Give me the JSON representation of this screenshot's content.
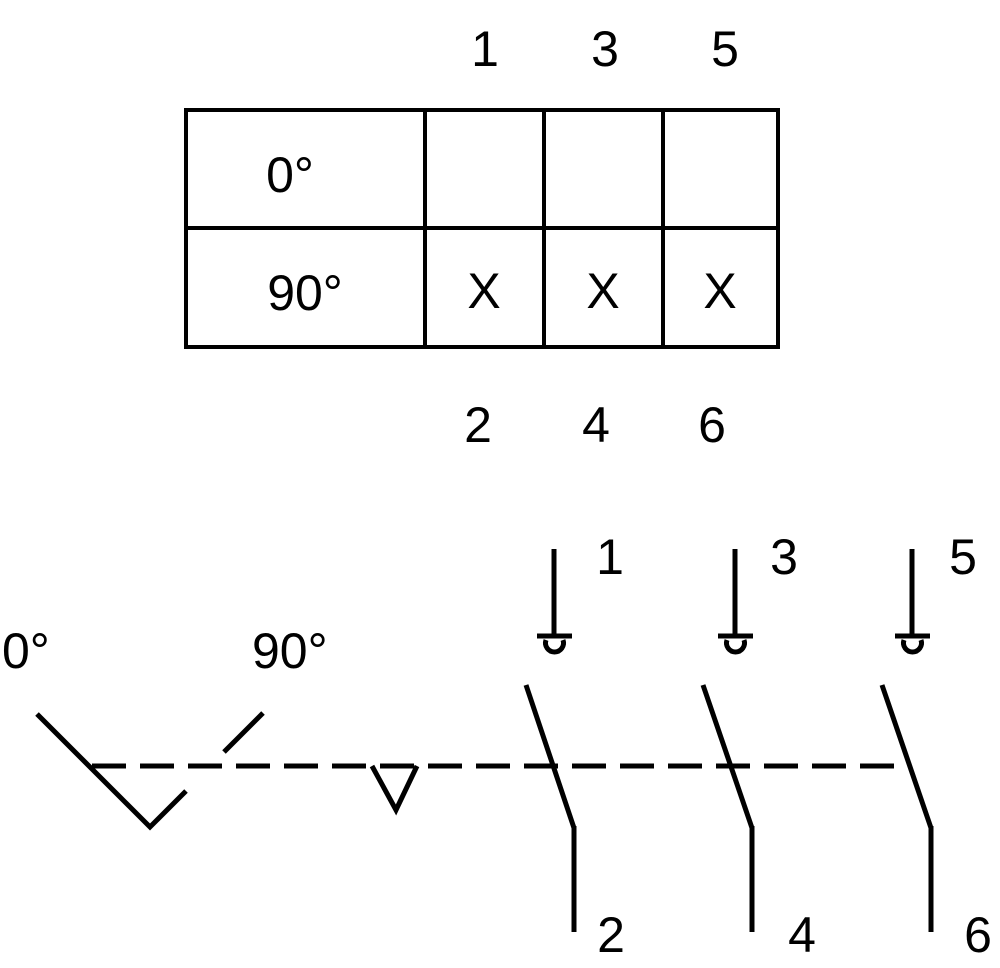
{
  "switch_table": {
    "top_terminals": [
      "1",
      "3",
      "5"
    ],
    "bottom_terminals": [
      "2",
      "4",
      "6"
    ],
    "rows": [
      {
        "position": "0°",
        "marks": [
          "",
          "",
          ""
        ]
      },
      {
        "position": "90°",
        "marks": [
          "X",
          "X",
          "X"
        ]
      }
    ]
  },
  "schematic": {
    "position_labels": [
      "0°",
      "90°"
    ],
    "poles": [
      {
        "top": "1",
        "bottom": "2"
      },
      {
        "top": "3",
        "bottom": "4"
      },
      {
        "top": "5",
        "bottom": "6"
      }
    ]
  },
  "colors": {
    "ink": "#000000",
    "background": "#ffffff"
  }
}
